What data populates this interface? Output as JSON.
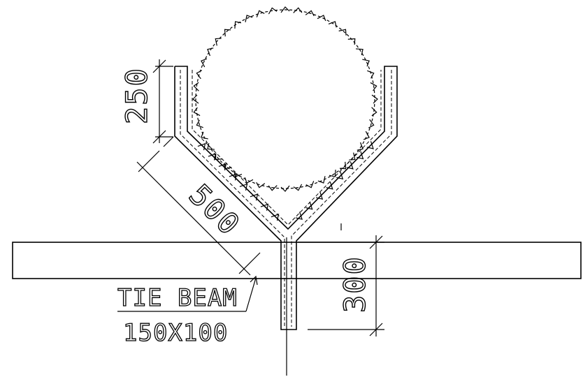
{
  "dimensions": {
    "top_depth": "250",
    "slanted_length": "500",
    "bottom_depth": "300"
  },
  "label": {
    "line1": "TIE BEAM",
    "line2": "150X100"
  },
  "colors": {
    "ink": "#000000",
    "background": "#ffffff"
  }
}
